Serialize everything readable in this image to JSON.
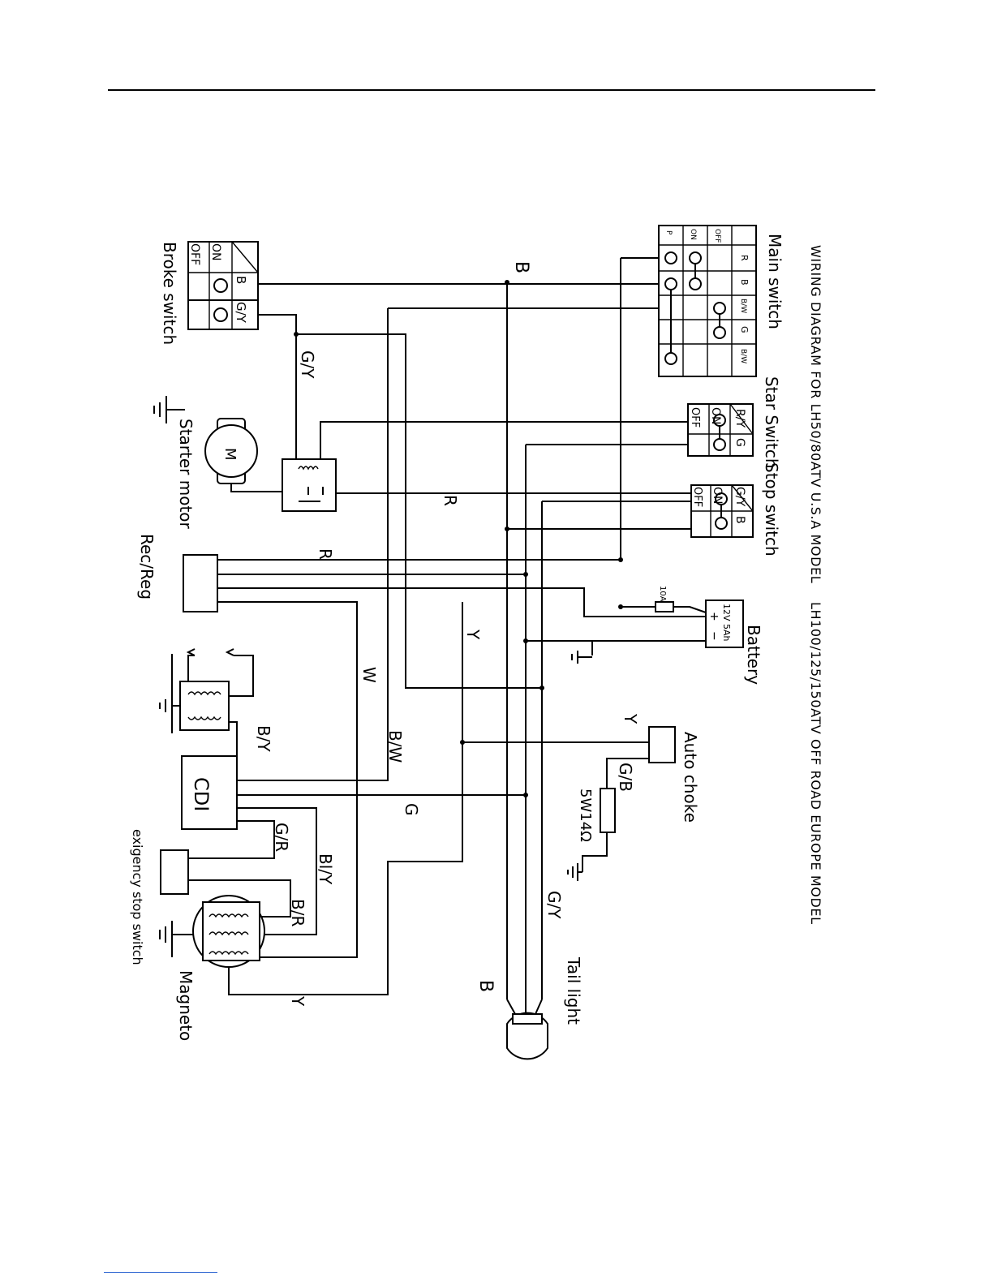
{
  "title": "WIRING DIAGRAM FOR LH50/80ATV U.S.A MODEL    LH100/125/150ATV OFF ROAD EUROPE MODEL",
  "components": {
    "main_switch": {
      "label": "Main switch",
      "col_headers": [
        "R",
        "B",
        "B/W",
        "G",
        "B/W"
      ],
      "row_headers": [
        "OFF",
        "ON",
        "P"
      ]
    },
    "star_switch": {
      "label": "Star Switch",
      "col_headers": [
        "R/Y",
        "G"
      ],
      "row_headers": [
        "ON",
        "OFF"
      ]
    },
    "stop_switch": {
      "label": "Stop switch",
      "col_headers": [
        "G/Y",
        "B"
      ],
      "row_headers": [
        "ON",
        "OFF"
      ]
    },
    "brake_switch": {
      "label": "Broke switch",
      "col_headers": [
        "B",
        "G/Y"
      ],
      "row_headers": [
        "ON",
        "OFF"
      ]
    },
    "battery": {
      "label": "Battery",
      "rating": "12V 5Ah",
      "plus": "+",
      "minus": "−"
    },
    "fuse": {
      "label": "10A"
    },
    "starter_motor": {
      "label": "Starter motor",
      "symbol": "M"
    },
    "rec_reg": {
      "label": "Rec/Reg"
    },
    "cdi": {
      "label": "CDI"
    },
    "auto_choke": {
      "label": "Auto choke"
    },
    "resistor": {
      "label": "5W14Ω"
    },
    "emergency_stop": {
      "label": "exigency stop switch"
    },
    "magneto": {
      "label": "Magneto"
    },
    "tail_light": {
      "label": "Tail light"
    }
  },
  "wire_labels": [
    "B",
    "G/Y",
    "R",
    "R",
    "Y",
    "W",
    "B/W",
    "G",
    "B/Y",
    "G/R",
    "Bl/Y",
    "B/R",
    "Y",
    "Y",
    "G/B",
    "G/Y",
    "B"
  ]
}
